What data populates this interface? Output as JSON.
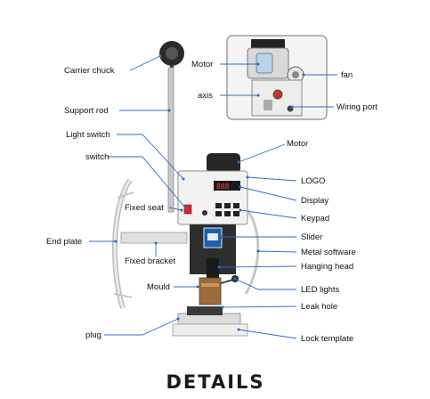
{
  "labels": {
    "carrier_chuck": "Carrier chuck",
    "support_rod": "Support rod",
    "light_switch": "Light switch",
    "switch": "switch",
    "fixed_seat": "Fixed seat",
    "end_plate": "End plate",
    "fixed_bracket": "Fixed bracket",
    "mould": "Mould",
    "plug": "plug",
    "motor_inset": "Motor",
    "axis": "axis",
    "fan": "fan",
    "wiring_port": "Wiring port",
    "motor": "Motor",
    "logo": "LOGO",
    "display": "Display",
    "keypad": "Keypad",
    "slider": "Slider",
    "metal_software": "Metal software",
    "hanging_head": "Hanging head",
    "led_lights": "LED lights",
    "leak_hole": "Leak hole",
    "lock_template": "Lock template"
  },
  "display_readout": "888",
  "title": "DETAILS",
  "colors": {
    "leader": "#2a6fc0",
    "slider_blue": "#1f5fae",
    "switch_red": "#d42a2a"
  }
}
